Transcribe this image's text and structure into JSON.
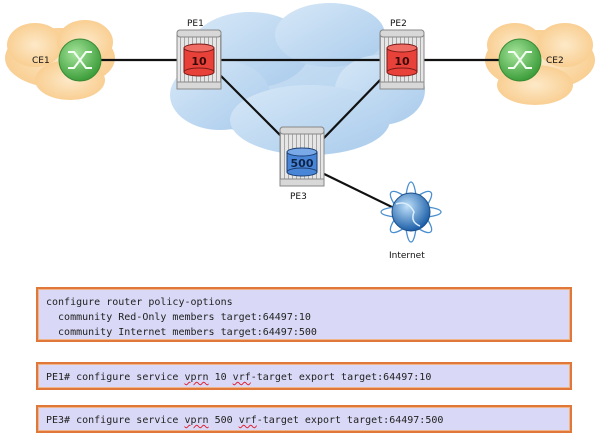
{
  "diagram": {
    "nodes": {
      "ce1": {
        "label": "CE1",
        "type": "customer-edge-router"
      },
      "ce2": {
        "label": "CE2",
        "type": "customer-edge-router"
      },
      "pe1": {
        "label": "PE1",
        "service_id": "10",
        "service_color": "#e8413a"
      },
      "pe2": {
        "label": "PE2",
        "service_id": "10",
        "service_color": "#e8413a"
      },
      "pe3": {
        "label": "PE3",
        "service_id": "500",
        "service_color": "#4a86d8"
      },
      "internet": {
        "label": "Internet"
      }
    },
    "links": [
      [
        "ce1",
        "pe1"
      ],
      [
        "pe1",
        "pe2"
      ],
      [
        "pe2",
        "ce2"
      ],
      [
        "pe1",
        "pe3"
      ],
      [
        "pe2",
        "pe3"
      ],
      [
        "pe3",
        "internet"
      ]
    ],
    "colors": {
      "customer_cloud": "#fbd9a8",
      "provider_cloud": "#bcd8f0",
      "ce_router": "#5fbf5a",
      "box_border": "#e0783a",
      "box_fill": "#d9d9f7"
    }
  },
  "config_boxes": [
    {
      "lines": [
        "configure router policy-options",
        "  community Red-Only members target:64497:10",
        "  community Internet members target:64497:500"
      ]
    },
    {
      "prefix": "PE1# configure service ",
      "vprn": "vprn",
      "mid": " 10 ",
      "vrf": "vrf",
      "suffix": "-target export target:64497:10"
    },
    {
      "prefix": "PE3# configure service ",
      "vprn": "vprn",
      "mid": " 500 ",
      "vrf": "vrf",
      "suffix": "-target export target:64497:500"
    }
  ]
}
